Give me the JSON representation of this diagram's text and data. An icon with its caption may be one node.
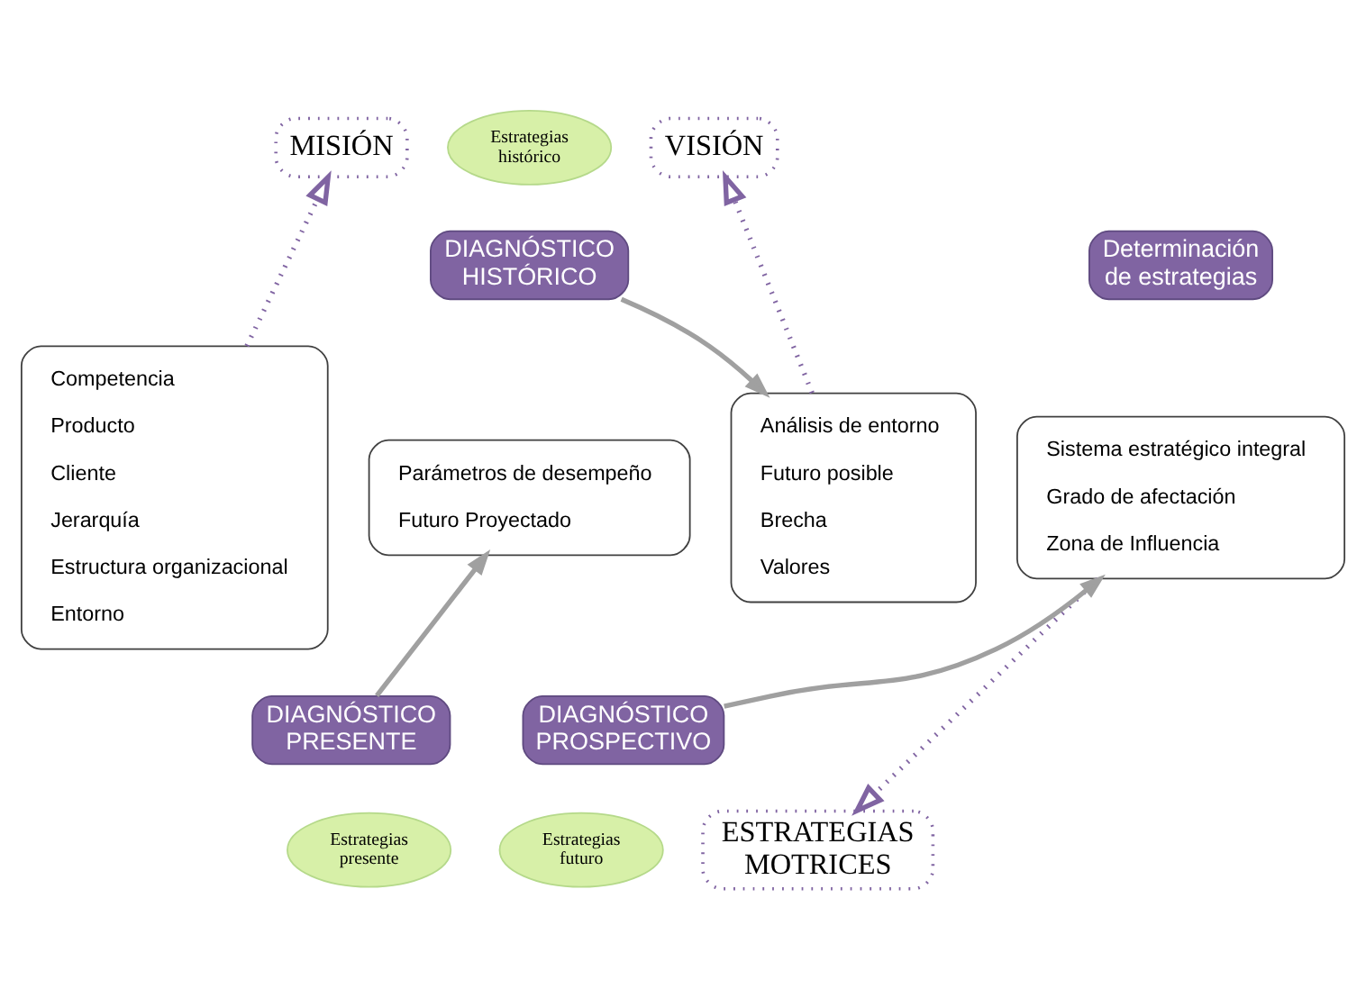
{
  "diagram": {
    "nodes": [
      {
        "text": [
          "MISIÓN"
        ]
      },
      {
        "text": [
          "Estrategias histórico"
        ]
      },
      {
        "text": [
          "VISIÓN"
        ]
      },
      {
        "text": [
          "DIAGNÓSTICO HISTÓRICO"
        ]
      },
      {
        "text": [
          "Determinación de estrategias"
        ]
      },
      {
        "text": [
          "Competencia",
          "Producto",
          "Cliente",
          "Jerarquía",
          "Estructura organizacional",
          "Entorno"
        ]
      },
      {
        "text": [
          "Parámetros de desempeño",
          "Futuro Proyectado"
        ]
      },
      {
        "text": [
          "Análisis de entorno",
          "Futuro posible",
          "Brecha",
          "Valores"
        ]
      },
      {
        "text": [
          "Sistema estratégico integral",
          "Grado de afectación",
          "Zona de Influencia"
        ]
      },
      {
        "text": [
          "DIAGNÓSTICO PRESENTE"
        ]
      },
      {
        "text": [
          "DIAGNÓSTICO PROSPECTIVO"
        ]
      },
      {
        "text": [
          "Estrategias presente"
        ]
      },
      {
        "text": [
          "Estrategias futuro"
        ]
      },
      {
        "text": [
          "ESTRATEGIAS MOTRICES"
        ]
      }
    ],
    "edges": [
      {
        "from": 5,
        "to": 0,
        "arrow": "to",
        "style": "dashed",
        "color": "#8064a2"
      },
      {
        "from": 9,
        "to": 6,
        "arrow": "to",
        "color": "#a0a0a0"
      },
      {
        "from": 3,
        "to": 7,
        "arrow": "to",
        "color": "#a0a0a0"
      },
      {
        "from": 7,
        "to": 2,
        "arrow": "to",
        "style": "dashed",
        "color": "#8064a2"
      },
      {
        "from": 10,
        "to": 8,
        "arrow": "to",
        "color": "#a0a0a0"
      },
      {
        "from": 8,
        "to": 13,
        "arrow": "to",
        "style": "dashed",
        "color": "#8064a2"
      }
    ]
  }
}
